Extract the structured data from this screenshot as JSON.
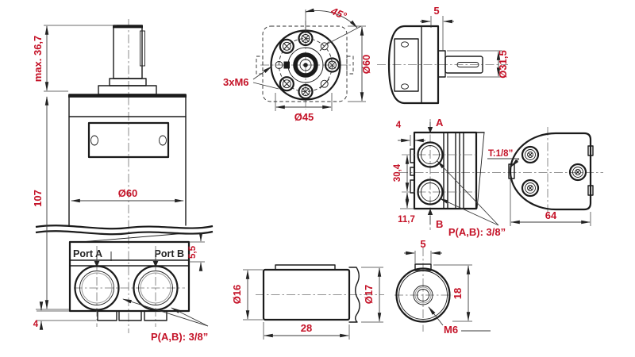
{
  "title": "hydraulic-motor-technical-drawing",
  "colors": {
    "dimension_red": "#c41227",
    "outline": "#1b1b1b",
    "label_dark": "#222222"
  },
  "front": {
    "max_height": "max. 36,7",
    "height": "107",
    "body_diameter": "Ø60",
    "port_a": "Port A",
    "port_b": "Port B",
    "band_height": "5,5",
    "foot_height": "4",
    "ports_label": "P(A,B): 3/8”"
  },
  "face": {
    "angle": "45°",
    "thread_holes": "3xM6",
    "outer_diameter": "Ø60",
    "bolt_circle_diameter": "Ø45"
  },
  "side": {
    "pilot_length": "5",
    "pilot_diameter": "Ø31,5"
  },
  "port_block": {
    "axis_a": "A",
    "axis_b": "B",
    "boss_depth": "4",
    "port_spacing": "30,4",
    "port_offset": "11,7",
    "ports_label": "P(A,B): 3/8”",
    "drain_label": "T:1/8”"
  },
  "rear": {
    "width": "64"
  },
  "shaft": {
    "shaft_diameter": "Ø16",
    "stub_diameter": "Ø17",
    "shaft_length": "28"
  },
  "shaft_end": {
    "key_width": "5",
    "key_height": "18",
    "thread": "M6"
  }
}
